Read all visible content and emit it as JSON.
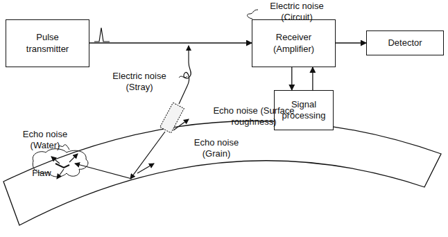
{
  "diagram": {
    "nodes": [
      {
        "text": [
          "Pulse transmitter"
        ]
      },
      {
        "text": [
          "Receiver (Amplifier)"
        ]
      },
      {
        "text": [
          "Detector"
        ]
      },
      {
        "text": [
          "Signal processing"
        ]
      }
    ],
    "edges": [
      {
        "from": 0,
        "to": 1,
        "arrow": "to"
      },
      {
        "from": 1,
        "to": 2,
        "arrow": "to"
      },
      {
        "from": 1,
        "to": 3,
        "arrow": "to"
      },
      {
        "from": 3,
        "to": 1,
        "arrow": "to"
      }
    ],
    "labels": [
      "Electric noise (Circuit)",
      "Electric noise (Stray)",
      "Echo noise (Water)",
      "Echo noise (Surface roughness)",
      "Flaw",
      "Echo noise (Grain)"
    ]
  }
}
